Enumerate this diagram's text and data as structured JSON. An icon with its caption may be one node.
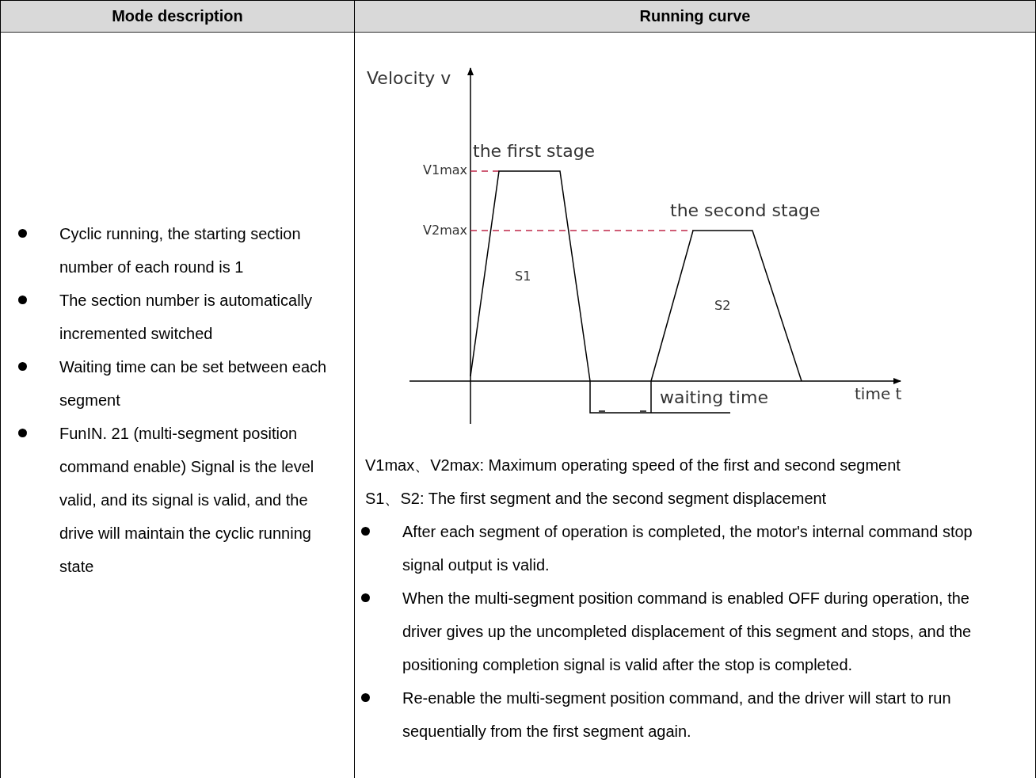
{
  "diagram": {
    "labels": [
      "Mode description",
      "Running curve",
      "Cyclic running, the starting section number of each round is 1",
      "The section number is automatically incremented switched",
      "Waiting time can be set between each segment",
      "FunIN. 21 (multi-segment position command enable) Signal is the level valid, and its signal is valid, and the drive will maintain the cyclic running state",
      "Velocity v",
      "the first stage",
      "V1max",
      "the second stage",
      "V2max",
      "S1",
      "S2",
      "waiting time",
      "time t",
      "V1max、V2max: Maximum operating speed of the first and second segment",
      "S1、S2: The first segment and the second segment displacement",
      "After each segment of operation is completed, the motor's internal command stop signal output is valid.",
      "When the multi-segment position command is enabled OFF during operation, the driver gives up the uncompleted displacement of this segment and stops, and the positioning completion signal is valid after the stop is completed.",
      "Re-enable the multi-segment position command, and the driver will start to run sequentially from the first segment again."
    ]
  }
}
